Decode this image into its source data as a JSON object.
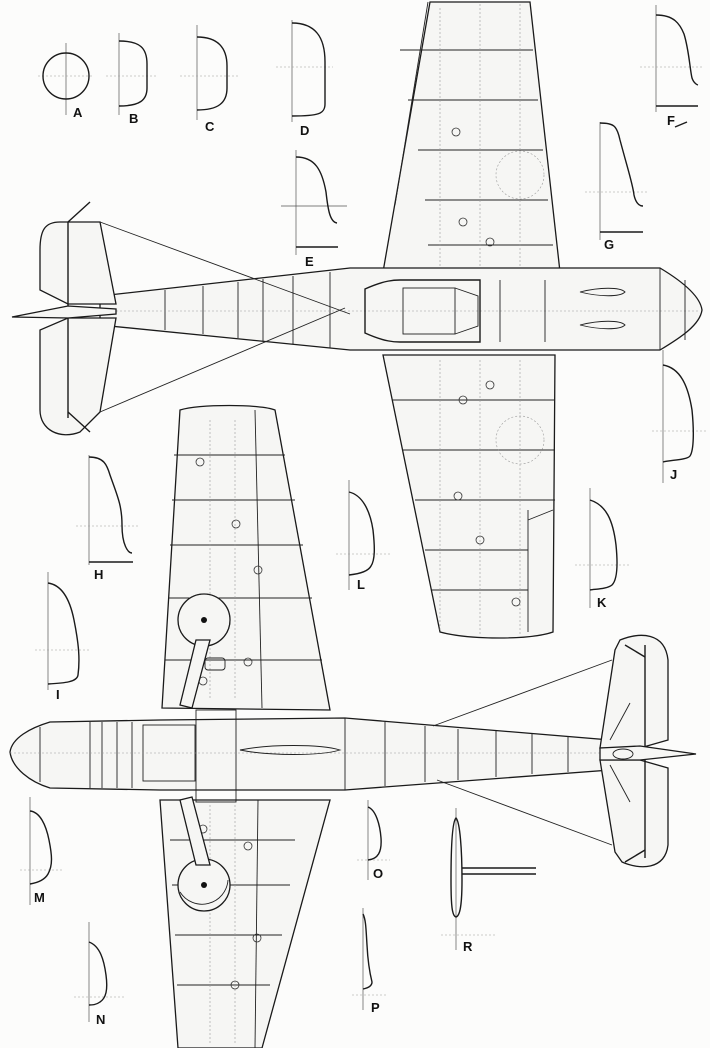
{
  "drawing": {
    "views": [
      {
        "id": "top-view",
        "description": "Aircraft plan view (upper), nose pointing right"
      },
      {
        "id": "bottom-view",
        "description": "Aircraft plan view (lower), nose pointing left"
      }
    ],
    "sections": [
      {
        "key": "A",
        "label": "A"
      },
      {
        "key": "B",
        "label": "B"
      },
      {
        "key": "C",
        "label": "C"
      },
      {
        "key": "D",
        "label": "D"
      },
      {
        "key": "E",
        "label": "E"
      },
      {
        "key": "F",
        "label": "F"
      },
      {
        "key": "G",
        "label": "G"
      },
      {
        "key": "H",
        "label": "H"
      },
      {
        "key": "I",
        "label": "I"
      },
      {
        "key": "J",
        "label": "J"
      },
      {
        "key": "K",
        "label": "K"
      },
      {
        "key": "L",
        "label": "L"
      },
      {
        "key": "M",
        "label": "M"
      },
      {
        "key": "N",
        "label": "N"
      },
      {
        "key": "O",
        "label": "O"
      },
      {
        "key": "P",
        "label": "P"
      },
      {
        "key": "R",
        "label": "R"
      }
    ]
  }
}
